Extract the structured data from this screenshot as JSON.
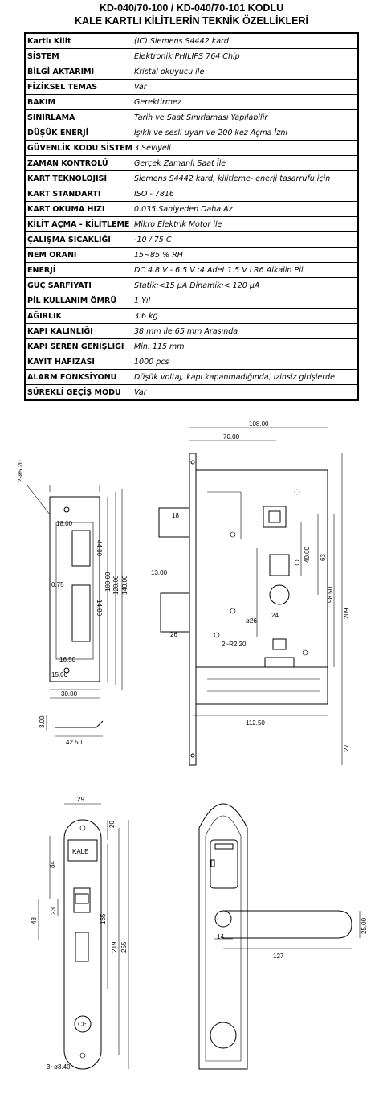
{
  "header": {
    "line1": "KD-040/70-100 / KD-040/70-101 KODLU",
    "line2": "KALE KARTLI KİLİTLERİN TEKNİK ÖZELLİKLERİ"
  },
  "specs": [
    {
      "k": "Kartlı Kilit",
      "v": "(IC) Siemens S4442 kard"
    },
    {
      "k": "SİSTEM",
      "v": "Elektronik PHILIPS 764 Chip"
    },
    {
      "k": "BİLGİ AKTARIMI",
      "v": "Kristal okuyucu ile"
    },
    {
      "k": "FİZİKSEL TEMAS",
      "v": "Var"
    },
    {
      "k": "BAKIM",
      "v": "Gerektirmez"
    },
    {
      "k": "SINIRLAMA",
      "v": "Tarih ve Saat Sınırlaması Yapılabilir"
    },
    {
      "k": "DÜŞÜK ENERJİ",
      "v": "Işıklı ve sesli uyarı ve 200 kez Açma İzni"
    },
    {
      "k": "GÜVENLİK KODU SİSTEMİ",
      "v": "3 Seviyeli"
    },
    {
      "k": "ZAMAN KONTROLÜ",
      "v": "Gerçek Zamanlı Saat İle"
    },
    {
      "k": "KART TEKNOLOJİSİ",
      "v": "Siemens S4442 kard, kilitleme- enerji tasarrufu için"
    },
    {
      "k": "KART STANDARTI",
      "v": "ISO - 7816"
    },
    {
      "k": "KART OKUMA HIZI",
      "v": "0.035 Saniyeden Daha Az"
    },
    {
      "k": "KİLİT AÇMA - KİLİTLEME",
      "v": "Mikro Elektrik Motor ile"
    },
    {
      "k": "ÇALIŞMA SICAKLIĞI",
      "v": "-10 / 75 C"
    },
    {
      "k": "NEM ORANI",
      "v": "15~85 % RH"
    },
    {
      "k": "ENERJİ",
      "v": "DC 4.8 V - 6.5 V ;4 Adet 1.5 V LR6 Alkalin Pil"
    },
    {
      "k": "GÜÇ SARFİYATI",
      "v": "Statik:<15 µA Dinamik:< 120 µA"
    },
    {
      "k": "PİL KULLANIM ÖMRÜ",
      "v": " 1 Yıl"
    },
    {
      "k": "AĞIRLIK",
      "v": "3.6 kg"
    },
    {
      "k": "KAPI KALINLIĞI",
      "v": "38 mm ile 65 mm Arasında"
    },
    {
      "k": "KAPI SEREN GENİŞLİĞİ",
      "v": "Min. 115 mm"
    },
    {
      "k": "KAYIT HAFIZASI",
      "v": "1000 pcs"
    },
    {
      "k": "ALARM FONKSİYONU",
      "v": "Düşük voltaj, kapı kapanmadığında, izinsiz girişlerde"
    },
    {
      "k": "SÜREKLİ GEÇİŞ MODU",
      "v": "Var"
    }
  ],
  "drawings": {
    "strike_plate": {
      "dims": [
        "2-ø5.20",
        "18.00",
        "44.00",
        "100.00",
        "120.00",
        "140.00",
        "0.75",
        "14.00",
        "16.50",
        "15.00",
        "30.00",
        "3.00",
        "42.50"
      ]
    },
    "mortise": {
      "dims": [
        "108.00",
        "70.00",
        "18",
        "13.00",
        "40.00",
        "63",
        "98.50",
        "209",
        "ø26",
        "24",
        "2~R2.20",
        "26",
        "112.50",
        "27"
      ]
    },
    "face_plate": {
      "dims": [
        "29",
        "20",
        "84",
        "48",
        "23",
        "165",
        "219",
        "255",
        "3~ø3.40"
      ],
      "logo_text": "KALE",
      "ce_mark": "CE"
    },
    "handle": {
      "dims": [
        "127",
        "14",
        "25.00"
      ]
    }
  }
}
